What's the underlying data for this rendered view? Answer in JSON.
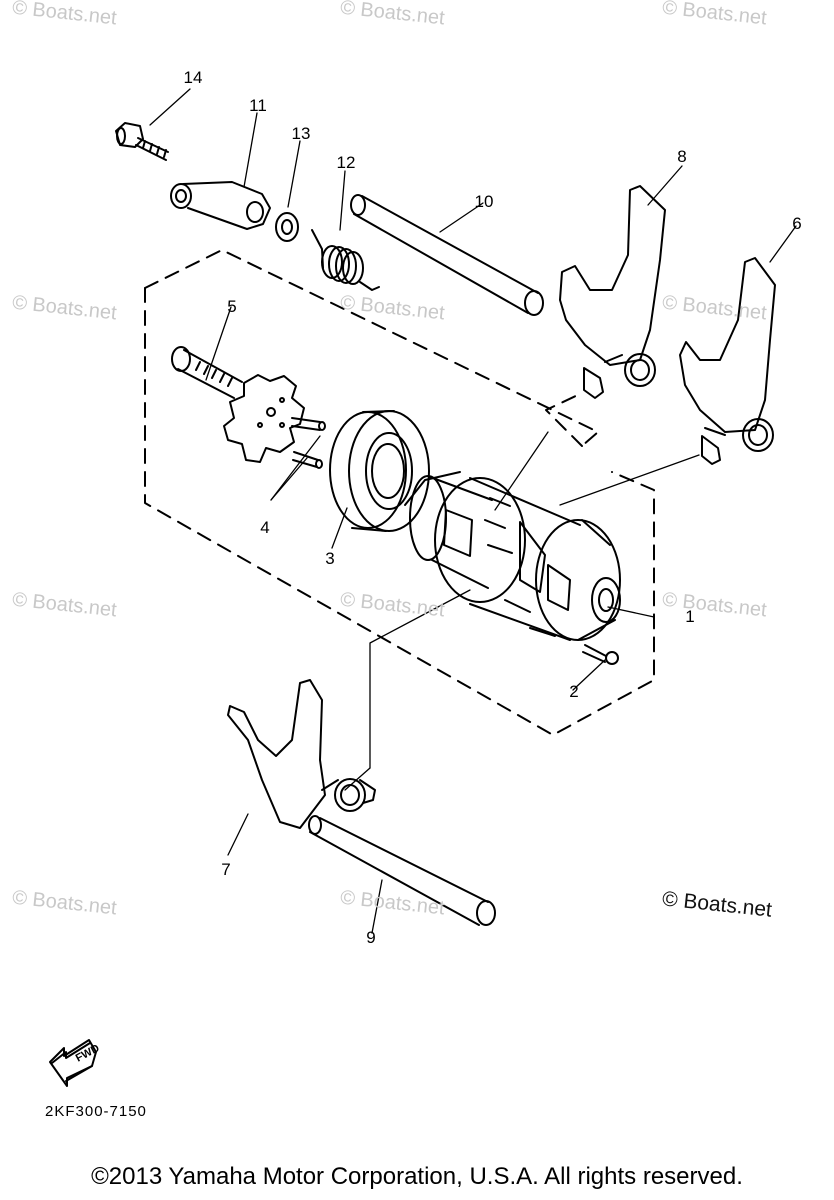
{
  "watermark": "© Boats.net",
  "callouts": {
    "p1": "1",
    "p2": "2",
    "p3": "3",
    "p4": "4",
    "p5": "5",
    "p6": "6",
    "p7": "7",
    "p8": "8",
    "p9": "9",
    "p10": "10",
    "p11": "11",
    "p12": "12",
    "p13": "13",
    "p14": "14"
  },
  "fwd_label": "FWD",
  "diagram_code": "2KF300-7150",
  "copyright": "©2013 Yamaha Motor Corporation, U.S.A. All rights reserved."
}
